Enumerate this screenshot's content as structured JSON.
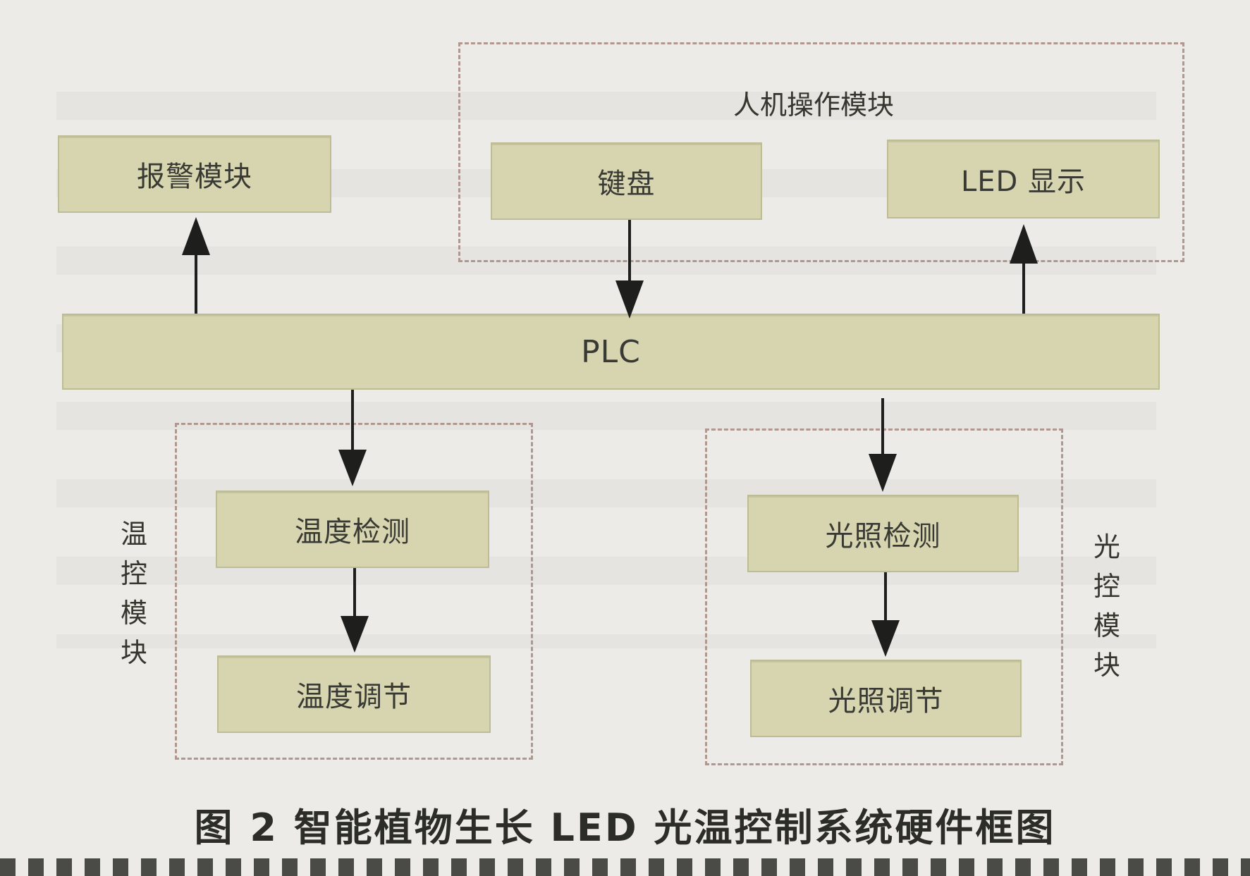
{
  "diagram": {
    "groups": {
      "hmi": "人机操作模块",
      "temp": "温控模块",
      "light": "光控模块"
    },
    "nodes": {
      "alarm": "报警模块",
      "keyboard": "键盘",
      "led_display": "LED 显示",
      "plc": "PLC",
      "temp_detect": "温度检测",
      "temp_adjust": "温度调节",
      "light_detect": "光照检测",
      "light_adjust": "光照调节"
    },
    "edges": [
      {
        "from": "plc",
        "to": "alarm"
      },
      {
        "from": "keyboard",
        "to": "plc"
      },
      {
        "from": "plc",
        "to": "led_display"
      },
      {
        "from": "plc",
        "to": "temp_detect"
      },
      {
        "from": "temp_detect",
        "to": "temp_adjust"
      },
      {
        "from": "plc",
        "to": "light_detect"
      },
      {
        "from": "light_detect",
        "to": "light_adjust"
      }
    ]
  },
  "caption": "图 2 智能植物生长 LED 光温控制系统硬件框图"
}
